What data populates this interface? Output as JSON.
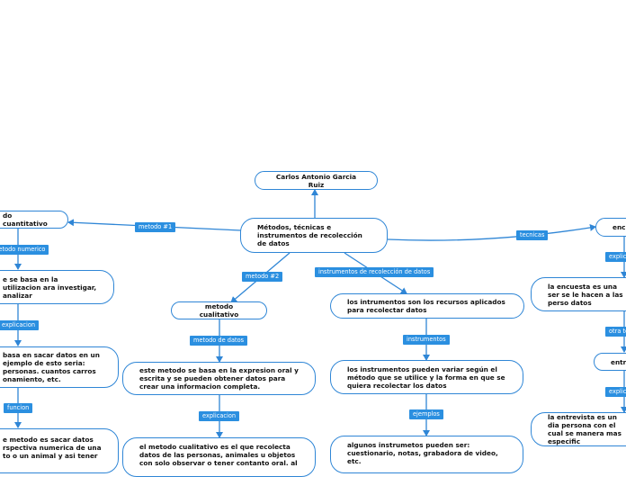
{
  "colors": {
    "line": "#2f86d6",
    "tag_bg": "#2b8fe0",
    "node_border": "#2f86d6"
  },
  "nodes": {
    "author": "Carlos Antonio Garcia Ruiz",
    "central": "Métodos, técnicas e instrumentos de recolección de datos",
    "quantitative": "do cuantitativo",
    "qt_def": "e se basa en la utilizacion ara investigar, analizar",
    "qt_expl": "basa en sacar datos en un ejemplo de esto seria: personas. cuantos carros onamiento, etc.",
    "qt_func": "e metodo es sacar datos rspectiva numerica de una to o un animal y asi tener",
    "qualitative": "metodo cualitativo",
    "ql_def": "este metodo se basa en la expresion oral y escrita y se pueden obtener datos para crear una informacion completa.",
    "ql_expl": "el metodo cualitativo es el que recolecta datos de las personas, animales u objetos con solo observar o tener contanto oral. al",
    "instr_1": "los intrumentos son los recursos aplicados para recolectar datos",
    "instr_2": "los instrumentos pueden variar según el método que se utilice y la forma en que se quiera recolectar los datos",
    "instr_3": "algunos instrumetos pueden ser: cuestionario, notas, grabadora de video, etc.",
    "encuesta": "encu",
    "encuesta_def": "la encuesta es una ser se le hacen a las perso datos",
    "entrevista": "entre",
    "entrevista_def": "la entrevista es un dia persona con el cual se manera mas especific"
  },
  "tags": {
    "metodo1": "metodo #1",
    "metodo2": "metodo #2",
    "instrumentos_rec": "instrumentos de recolección de datos",
    "tecnicas": "tecnicas",
    "metodo_numerico": "metodo numerico",
    "explicacion_left": "explicacion",
    "funcion": "funcion",
    "metodo_datos": "metodo de datos",
    "explicacion_mid": "explicacion",
    "instrumentos": "instrumentos",
    "ejemplos": "ejemplos",
    "explic_right1": "explic",
    "otra_tec": "otra te",
    "explic_right2": "explic"
  }
}
